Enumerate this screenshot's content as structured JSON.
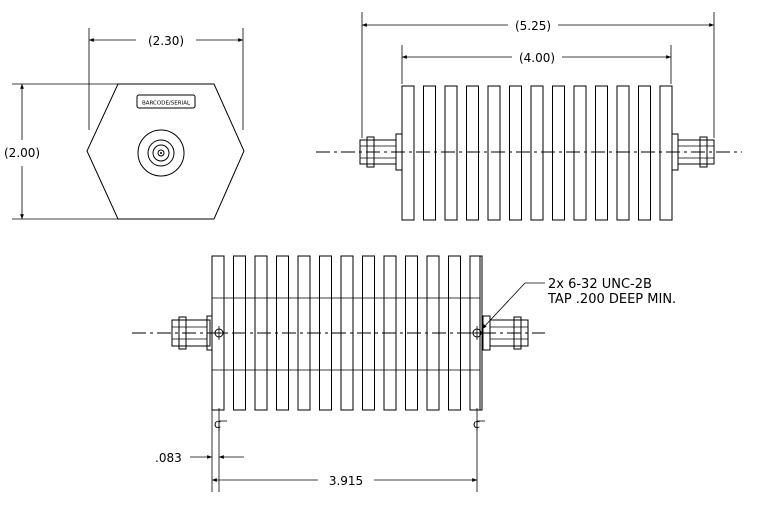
{
  "end_view": {
    "width_dim": "(2.30)",
    "height_dim": "(2.00)",
    "label_plate": "BARCODE/SERIAL"
  },
  "side_view": {
    "overall_length_dim": "(5.25)",
    "body_length_dim": "(4.00)",
    "fin_count": 13
  },
  "bottom_view": {
    "fin_count": 13,
    "note_line1": "2x  6-32  UNC-2B",
    "note_line2": "TAP  .200  DEEP  MIN.",
    "offset_dim": ".083",
    "hole_spacing_dim": "3.915",
    "centerline_symbol": "C"
  }
}
